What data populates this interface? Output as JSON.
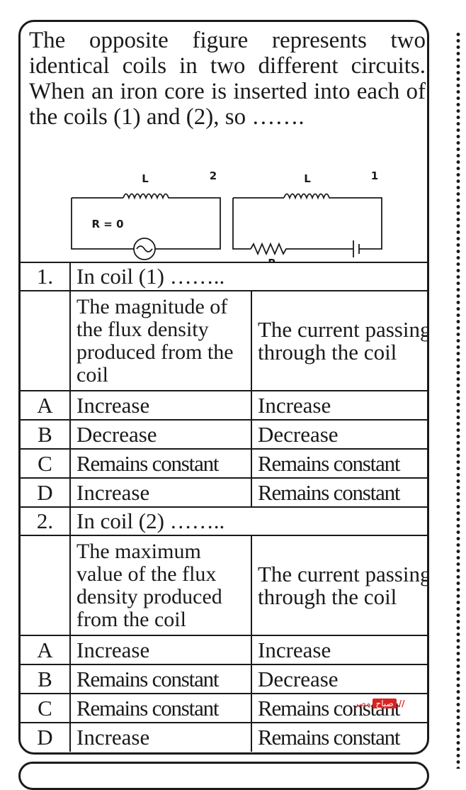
{
  "question": {
    "text": "The opposite figure represents two identical coils in two different circuits. When an iron core is inserted into each of the coils (1) and (2), so ……."
  },
  "figure": {
    "circuit2": {
      "number": "2",
      "coil_label": "L",
      "resistor_label": "R = 0"
    },
    "circuit1": {
      "number": "1",
      "coil_label": "L",
      "resistor_label": "R"
    }
  },
  "part1": {
    "number": "1.",
    "title": "In coil (1) ……..",
    "header_col1": "The magnitude of the flux density produced from the coil",
    "header_col2": "The current passing through the coil",
    "options": [
      {
        "letter": "A",
        "col1": "Increase",
        "col2": "Increase"
      },
      {
        "letter": "B",
        "col1": "Decrease",
        "col2": "Decrease"
      },
      {
        "letter": "C",
        "col1": "Remains constant",
        "col2": "Remains constant"
      },
      {
        "letter": "D",
        "col1": "Increase",
        "col2": "Remains constant"
      }
    ]
  },
  "part2": {
    "number": "2.",
    "title": "In coil (2) ……..",
    "header_col1": "The maximum value of the flux density produced from the coil",
    "header_col2": "The current passing through the coil",
    "options": [
      {
        "letter": "A",
        "col1": "Increase",
        "col2": "Increase"
      },
      {
        "letter": "B",
        "col1": "Remains constant",
        "col2": "Decrease"
      },
      {
        "letter": "C",
        "col1": "Remains constant",
        "col2": "Remains constant"
      },
      {
        "letter": "D",
        "col1": "Increase",
        "col2": "Remains constant"
      }
    ]
  },
  "watermark": {
    "brand_red": "صباح",
    "brand_text": "مصر"
  }
}
